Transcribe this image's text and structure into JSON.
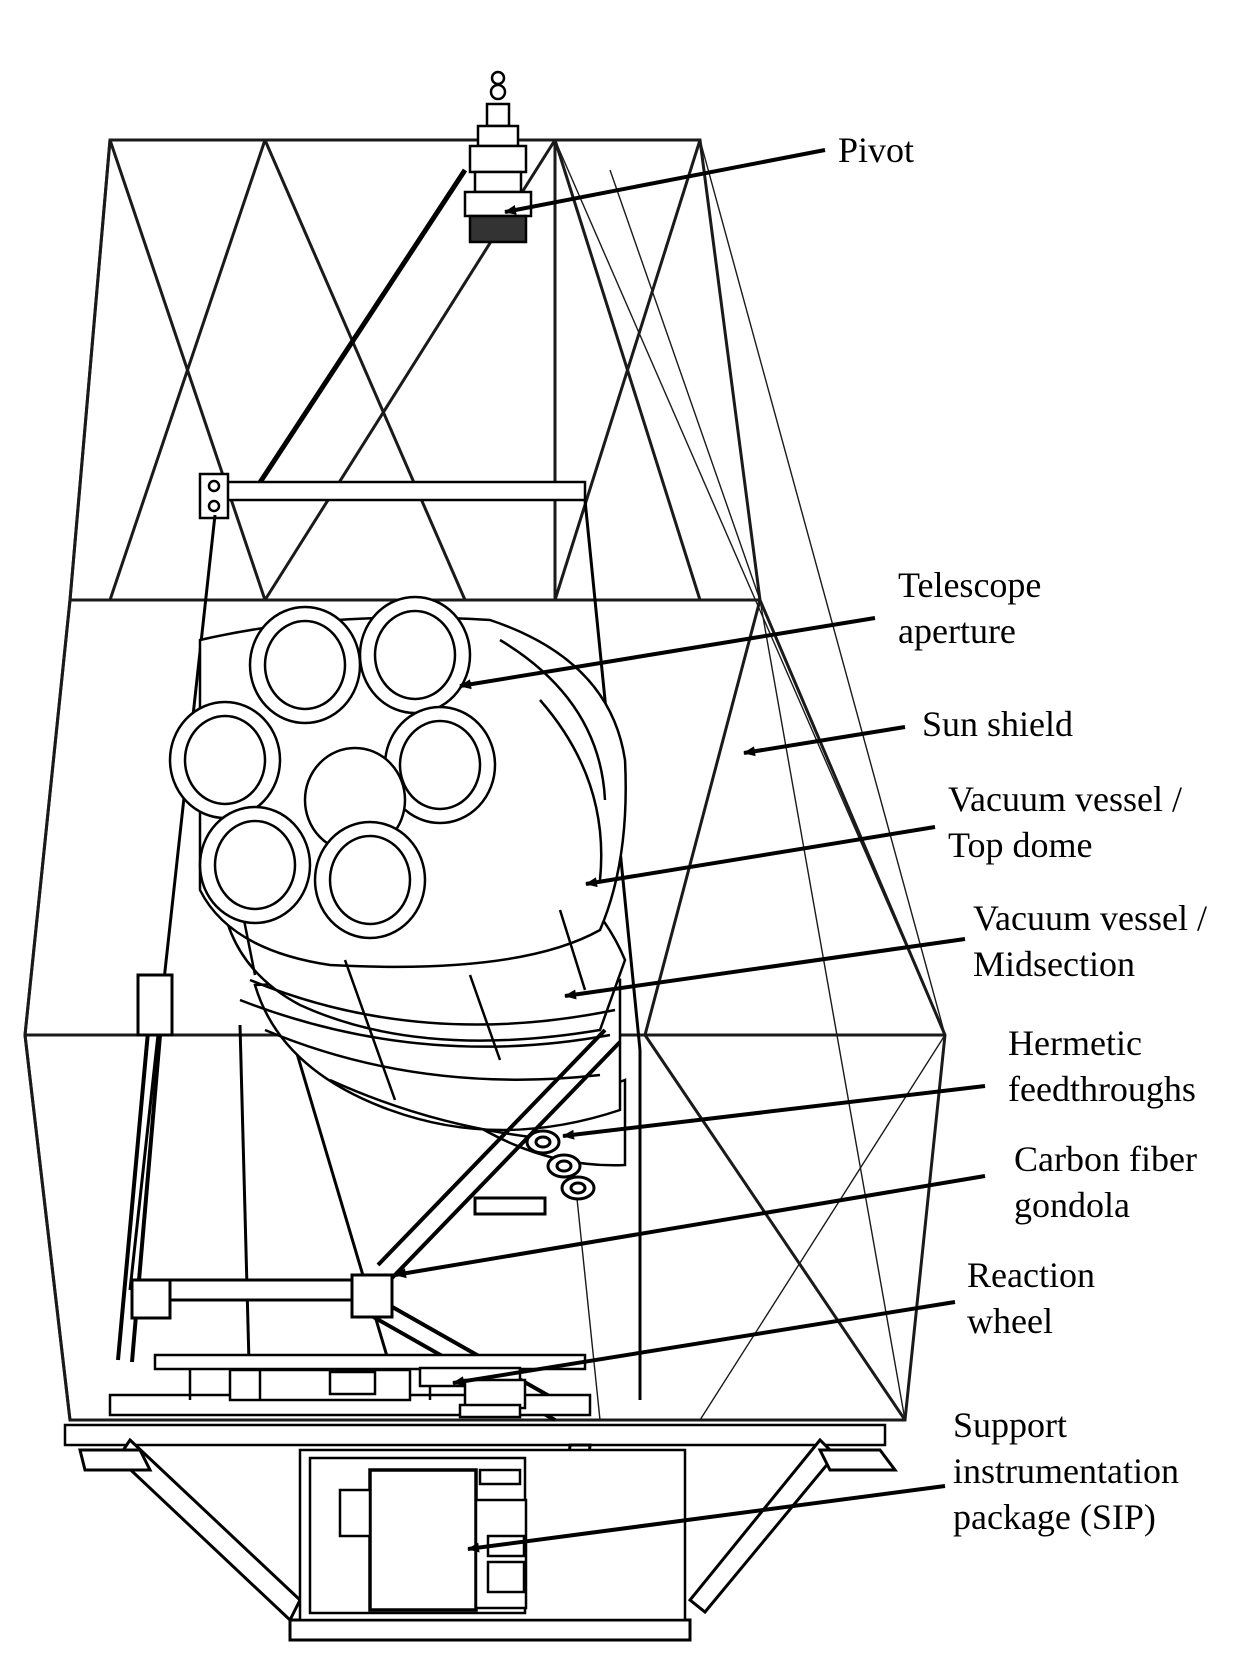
{
  "callouts": {
    "pivot": {
      "lines": [
        "Pivot"
      ]
    },
    "telescope_aperture": {
      "lines": [
        "Telescope",
        "aperture"
      ]
    },
    "sun_shield": {
      "lines": [
        "Sun shield"
      ]
    },
    "vacuum_top_dome": {
      "lines": [
        "Vacuum vessel /",
        "Top dome"
      ]
    },
    "vacuum_midsection": {
      "lines": [
        "Vacuum vessel /",
        "Midsection"
      ]
    },
    "hermetic_feedthroughs": {
      "lines": [
        "Hermetic",
        "feedthroughs"
      ]
    },
    "carbon_fiber_gondola": {
      "lines": [
        "Carbon fiber",
        "gondola"
      ]
    },
    "reaction_wheel": {
      "lines": [
        "Reaction",
        "wheel"
      ]
    },
    "sip": {
      "lines": [
        "Support",
        "instrumentation",
        "package (SIP)"
      ]
    }
  },
  "colors": {
    "ink": "#000000",
    "background": "#ffffff"
  }
}
